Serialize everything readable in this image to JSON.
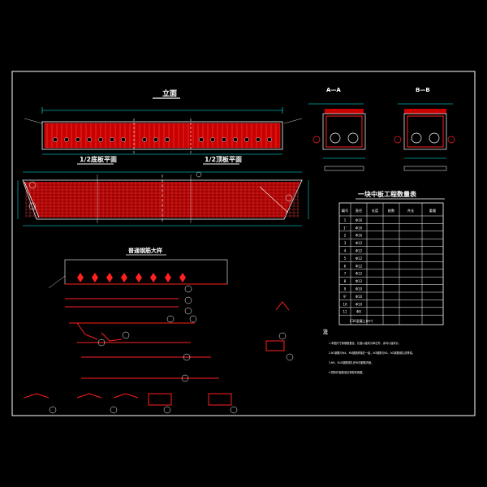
{
  "drawing": {
    "elevation_title": "立面",
    "bottom_plan_title": "1/2底板平面",
    "top_plan_title": "1/2顶板平面",
    "detail_title": "普通钢筋大样",
    "section_a_title": "A—A",
    "section_b_title": "B—B",
    "table_title": "一块中板工程数量表",
    "table_headers": [
      "编号",
      "直径",
      "长度",
      "根数",
      "共长",
      "重量"
    ],
    "table_rows": [
      [
        "1",
        "Φ16",
        "",
        "",
        "",
        ""
      ],
      [
        "1'",
        "Φ16",
        "",
        "",
        "",
        ""
      ],
      [
        "2",
        "Φ16",
        "",
        "",
        "",
        ""
      ],
      [
        "3",
        "Φ12",
        "",
        "",
        "",
        ""
      ],
      [
        "4",
        "Φ12",
        "",
        "",
        "",
        ""
      ],
      [
        "5",
        "Φ12",
        "",
        "",
        "",
        ""
      ],
      [
        "6",
        "Φ12",
        "",
        "",
        "",
        ""
      ],
      [
        "7",
        "Φ12",
        "",
        "",
        "",
        ""
      ],
      [
        "8",
        "Φ12",
        "",
        "",
        "",
        ""
      ],
      [
        "9",
        "Φ10",
        "",
        "",
        "",
        ""
      ],
      [
        "9'",
        "Φ10",
        "",
        "",
        "",
        ""
      ],
      [
        "10",
        "Φ10",
        "",
        "",
        "",
        ""
      ],
      [
        "11",
        "Φ8",
        "",
        "",
        "",
        ""
      ]
    ],
    "table_total_label": "C30混凝土(m³)",
    "notes_heading": "注",
    "notes": [
      "1.本图尺寸除钢筋直径、长度以厘米为单位外，余均以厘米计。",
      "2.N3钢筋与N4、N5钢筋焊接在一起，N3钢筋与N1、N2钢筋绑扎成骨架。",
      "3.N9、N10钢筋绑扎在纵向钢筋内侧。",
      "4.预制中板数量见桥型布置图。"
    ],
    "colors": {
      "background": "#000000",
      "outline": "#ffffff",
      "rebar": "#ff2020",
      "dimension": "#00ffff",
      "text": "#ffffff"
    }
  }
}
